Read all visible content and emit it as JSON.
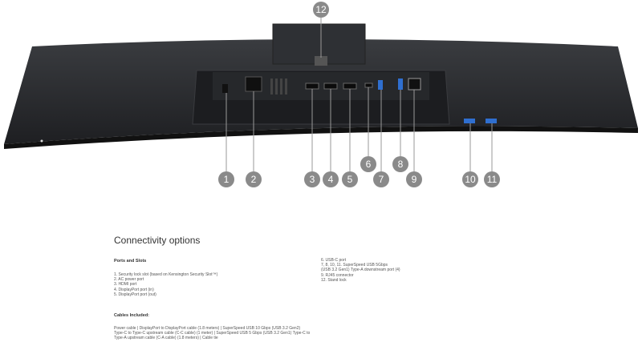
{
  "callouts": [
    "1",
    "2",
    "3",
    "4",
    "5",
    "6",
    "7",
    "8",
    "9",
    "10",
    "11",
    "12"
  ],
  "title": "Connectivity options",
  "ports_heading": "Ports and Slots",
  "ports_col1": [
    "1. Security lock slot (based on Kensington Security Slot™)",
    "2. AC power port",
    "3. HDMI port",
    "4. DisplayPort port (in)",
    "5. DisplayPort port (out)"
  ],
  "ports_col2": [
    "6. USB-C port",
    "7, 8, 10, 11. SuperSpeed USB 5Gbps",
    "(USB 3.2 Gen1) Type-A downstream port (4)",
    "9. RJ45 connector",
    "12. Stand lock"
  ],
  "cables_heading": "Cables Included:",
  "cables_lines": [
    "Power cable | DisplayPort to DisplayPort cable (1.8 meters) | SuperSpeed USB 10 Gbps (USB 3.2 Gen2)",
    "Type-C to Type-C upstream cable (C-C cable) (1 meter) | SuperSpeed USB 5 Gbps (USB 3.2 Gen1) Type-C to",
    "Type-A upstream cable (C-A cable) (1.8 meters) | Cable tie"
  ],
  "colors": {
    "body": "#2b2d30",
    "callout": "#8a8a8a",
    "usb": "#2f6fd0"
  }
}
